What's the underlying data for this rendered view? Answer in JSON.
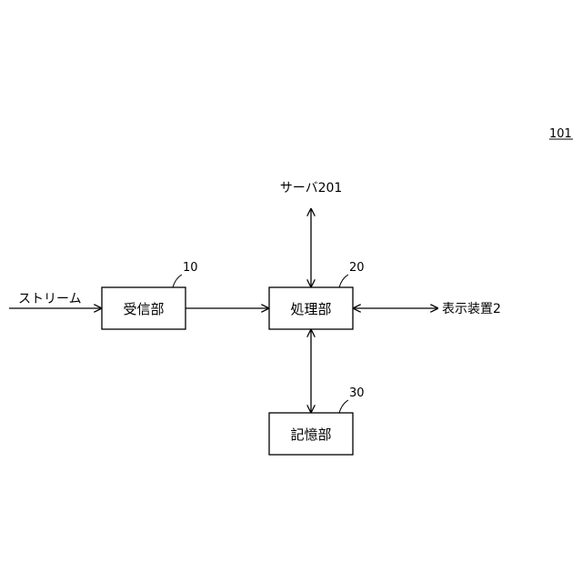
{
  "figure": {
    "number": "101",
    "boxes": {
      "receiver": {
        "label": "受信部",
        "ref": "10"
      },
      "processor": {
        "label": "処理部",
        "ref": "20"
      },
      "storage": {
        "label": "記憶部",
        "ref": "30"
      }
    },
    "external": {
      "stream": "ストリーム",
      "server": "サーバ201",
      "display": "表示装置2"
    }
  }
}
